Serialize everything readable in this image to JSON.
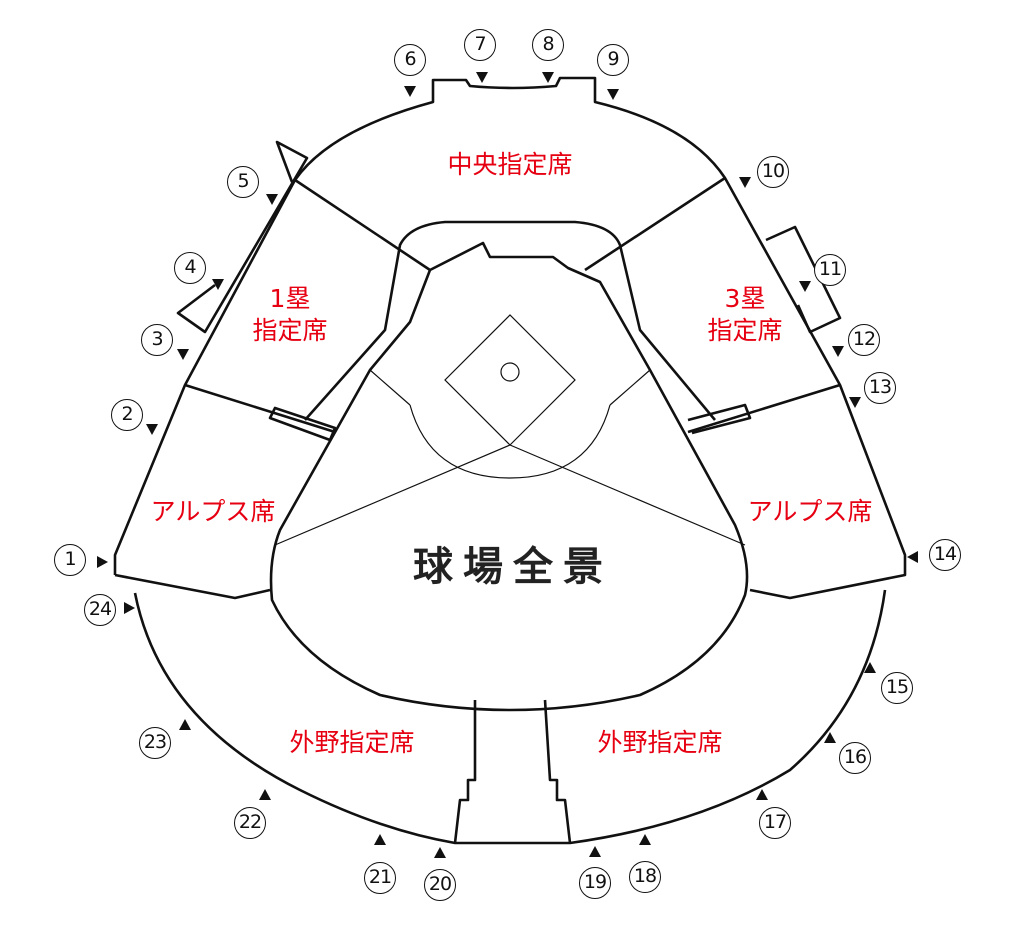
{
  "title": "球場全景",
  "sections": {
    "center": "中央指定席",
    "first_base": [
      "1塁",
      "指定席"
    ],
    "third_base": [
      "3塁",
      "指定席"
    ],
    "alps_left": "アルプス席",
    "alps_right": "アルプス席",
    "outfield_left": "外野指定席",
    "outfield_right": "外野指定席"
  },
  "gates": [
    "1",
    "2",
    "3",
    "4",
    "5",
    "6",
    "7",
    "8",
    "9",
    "10",
    "11",
    "12",
    "13",
    "14",
    "15",
    "16",
    "17",
    "18",
    "19",
    "20",
    "21",
    "22",
    "23",
    "24"
  ],
  "colors": {
    "section_label": "#e60012",
    "line": "#111111"
  }
}
